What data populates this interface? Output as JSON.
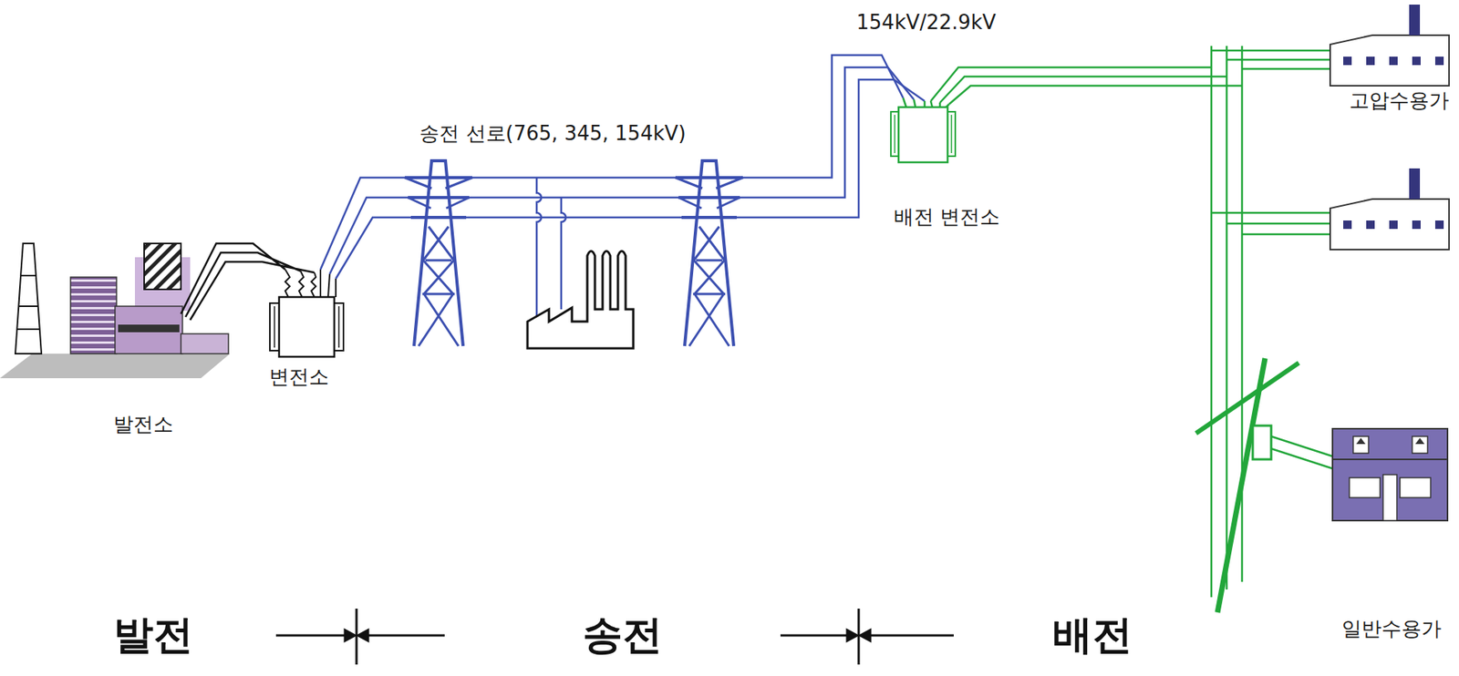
{
  "diagram": {
    "labels": [
      "154kV/22.9kV",
      "송전 선로(765, 345, 154kV)",
      "고압수용가",
      "배전 변전소",
      "변전소",
      "발전소",
      "일반수용가",
      "발전",
      "송전",
      "배전"
    ]
  }
}
